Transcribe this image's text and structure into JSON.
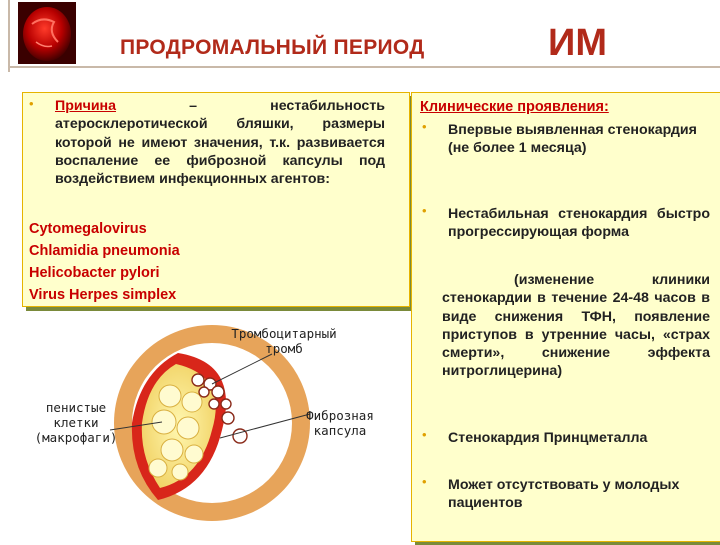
{
  "header": {
    "title": "ПРОДРОМАЛЬНЫЙ ПЕРИОД",
    "title_suffix": "ИМ",
    "logo_icon": "heart-icon",
    "accent_color": "#b12a1a"
  },
  "left_panel": {
    "cause_label": "Причина",
    "cause_text": " – нестабильность атеросклеротической бляшки, размеры которой не имеют значения, т.к. развивается воспаление ее фиброзной капсулы под воздействием инфекционных агентов:",
    "agents": [
      "Cytomegalovirus",
      "Chlamidia pneumonia",
      "Helicobacter pylori",
      "Virus Herpes simplex"
    ]
  },
  "diagram": {
    "label_thrombus": "Тромбоцитарный тромб",
    "label_foam_cells": "пенистые клетки (макрофаги)",
    "label_capsule": "Фиброзная капсула"
  },
  "right_panel": {
    "heading": "Клинические проявления:",
    "items": [
      "Впервые выявленная стенокардия (не более 1 месяца)",
      "Нестабильная стенокардия быстро прогрессирующая форма",
      "(изменение клиники стенокардии в течение 24-48 часов в виде снижения ТФН, появление приступов в утренние часы, «страх смерти», снижение эффекта нитроглицерина)",
      "Стенокардия Принцметалла",
      "Может отсутствовать у молодых пациентов"
    ]
  },
  "colors": {
    "box_background": "#ffffcc",
    "box_border": "#e6b400",
    "bullet": "#e0a000",
    "red_text": "#c80000"
  }
}
